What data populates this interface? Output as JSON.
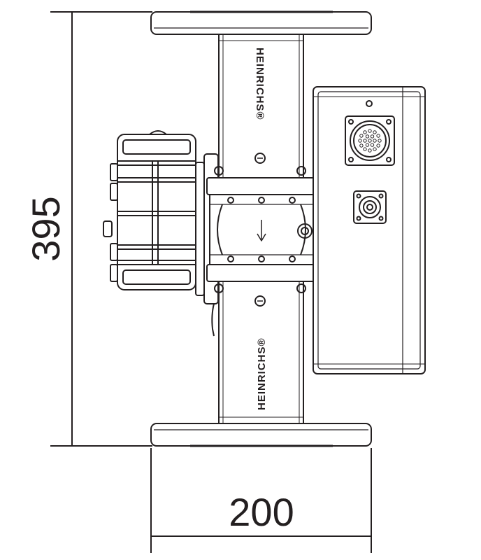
{
  "drawing": {
    "height_dimension": "395",
    "width_dimension": "200",
    "brand_text": "HEINRICHS®",
    "line_color": "#231f20",
    "fill_color": "#ffffff"
  }
}
